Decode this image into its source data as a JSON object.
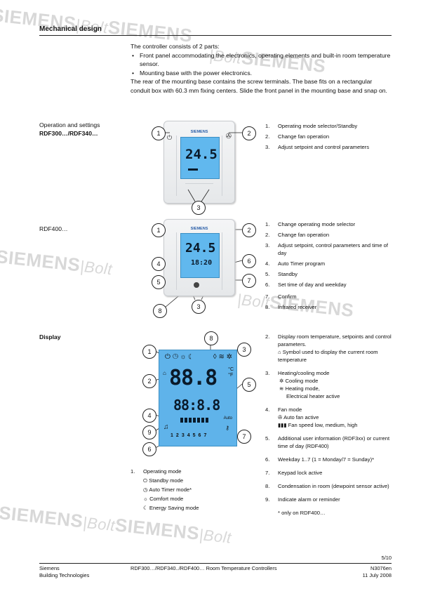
{
  "header": {
    "title": "Mechanical design"
  },
  "intro": {
    "lead": "The controller consists of 2 parts:",
    "bullets": [
      "Front panel accommodating the electronics, operating elements and built-in room temperature sensor.",
      "Mounting base with the power electronics."
    ],
    "rear": "The rear of the mounting base contains the screw terminals. The base fits on a rectangular conduit box with 60.3 mm fixing centers. Slide the front panel in the mounting base and snap on."
  },
  "section1": {
    "label1": "Operation and settings",
    "label2": "RDF300…/RDF340…",
    "device": {
      "brand": "SIEMENS",
      "temp": "24.5"
    },
    "callouts": [
      "1",
      "2",
      "3"
    ],
    "items": [
      {
        "n": "1.",
        "text": "Operating mode selector/Standby"
      },
      {
        "n": "2.",
        "text": "Change fan operation"
      },
      {
        "n": "3.",
        "text": "Adjust setpoint and control parameters"
      }
    ]
  },
  "section2": {
    "label": "RDF400…",
    "device": {
      "brand": "SIEMENS",
      "temp": "24.5",
      "time": "18:20"
    },
    "callouts": [
      "1",
      "2",
      "4",
      "6",
      "5",
      "7",
      "8",
      "3"
    ],
    "items": [
      {
        "n": "1.",
        "text": "Change operating mode selector"
      },
      {
        "n": "2.",
        "text": "Change fan operation"
      },
      {
        "n": "3.",
        "text": "Adjust setpoint, control parameters and time of day"
      },
      {
        "n": "4.",
        "text": "Auto Timer program"
      },
      {
        "n": "5.",
        "text": "Standby"
      },
      {
        "n": "6.",
        "text": "Set time of day and weekday"
      },
      {
        "n": "7.",
        "text": "Confirm"
      },
      {
        "n": "8.",
        "text": "Infrared receiver"
      }
    ]
  },
  "section3": {
    "label": "Display",
    "lcd": {
      "big": "88.8",
      "small": "88:8.8",
      "auto": "Auto",
      "days": [
        "1",
        "2",
        "3",
        "4",
        "5",
        "6",
        "7"
      ],
      "unit_c": "°C",
      "unit_f": "°F"
    },
    "callouts": [
      "8",
      "1",
      "3",
      "2",
      "5",
      "4",
      "9",
      "7",
      "6"
    ],
    "left_list": {
      "n": "1.",
      "title": "Operating mode",
      "modes": [
        "Standby mode",
        "Auto Timer mode*",
        "Comfort mode",
        "Energy Saving mode"
      ]
    },
    "right_list": [
      {
        "n": "2.",
        "text": "Display room temperature, setpoints and control parameters.",
        "sub": [
          "Symbol used to display the current room temperature"
        ]
      },
      {
        "n": "3.",
        "text": "Heating/cooling mode",
        "sub": [
          "Cooling mode",
          "Heating mode,",
          "Electrical heater active"
        ]
      },
      {
        "n": "4.",
        "text": "Fan mode",
        "sub": [
          "Auto fan active",
          "Fan speed low, medium, high"
        ]
      },
      {
        "n": "5.",
        "text": "Additional user information (RDF3xx) or current time of day (RDF400)"
      },
      {
        "n": "6.",
        "text": "Weekday 1..7 (1 = Monday/7 = Sunday)*"
      },
      {
        "n": "7.",
        "text": "Keypad lock active"
      },
      {
        "n": "8.",
        "text": "Condensation in room (dewpoint sensor active)"
      },
      {
        "n": "9.",
        "text": "Indicate alarm or reminder"
      }
    ],
    "note": "* only on RDF400…"
  },
  "footer": {
    "page": "5/10",
    "company1": "Siemens",
    "company2": "Building Technologies",
    "doc": "RDF300…/RDF340../RDF400…   Room Temperature Controllers",
    "docno": "N3076en",
    "date": "11 July 2008"
  },
  "watermark": {
    "brand": "SIEMENS",
    "suffix": "|Bolt"
  }
}
